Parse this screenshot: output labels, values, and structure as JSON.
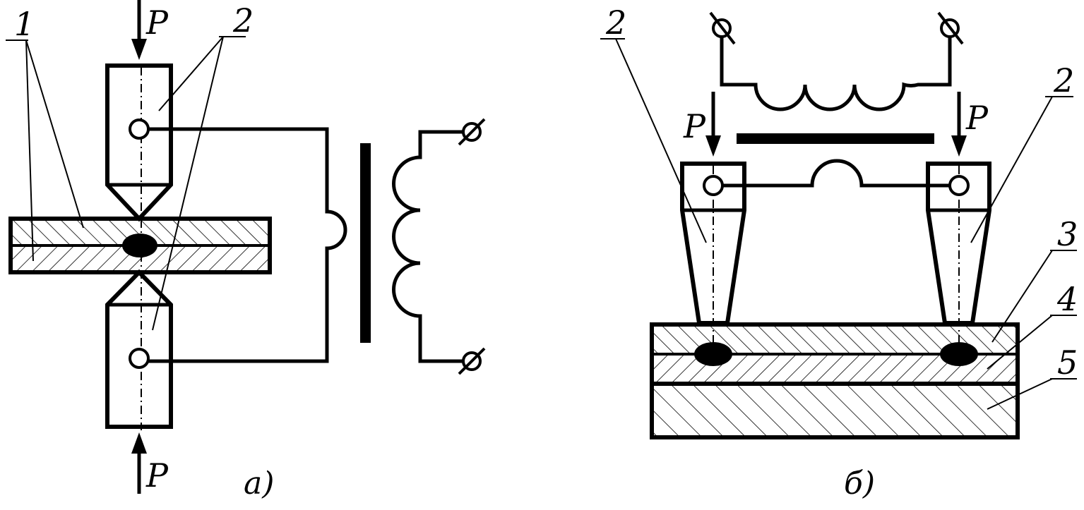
{
  "colors": {
    "ink": "#000000",
    "paper": "#ffffff"
  },
  "diagram_a": {
    "caption": "а)",
    "force_top": "P",
    "force_bottom": "P",
    "callout_1": "1",
    "callout_2": "2"
  },
  "diagram_b": {
    "caption": "б)",
    "force_left": "P",
    "force_right": "P",
    "callout_2_left": "2",
    "callout_2_right": "2",
    "callout_3": "3",
    "callout_4": "4",
    "callout_5": "5"
  }
}
